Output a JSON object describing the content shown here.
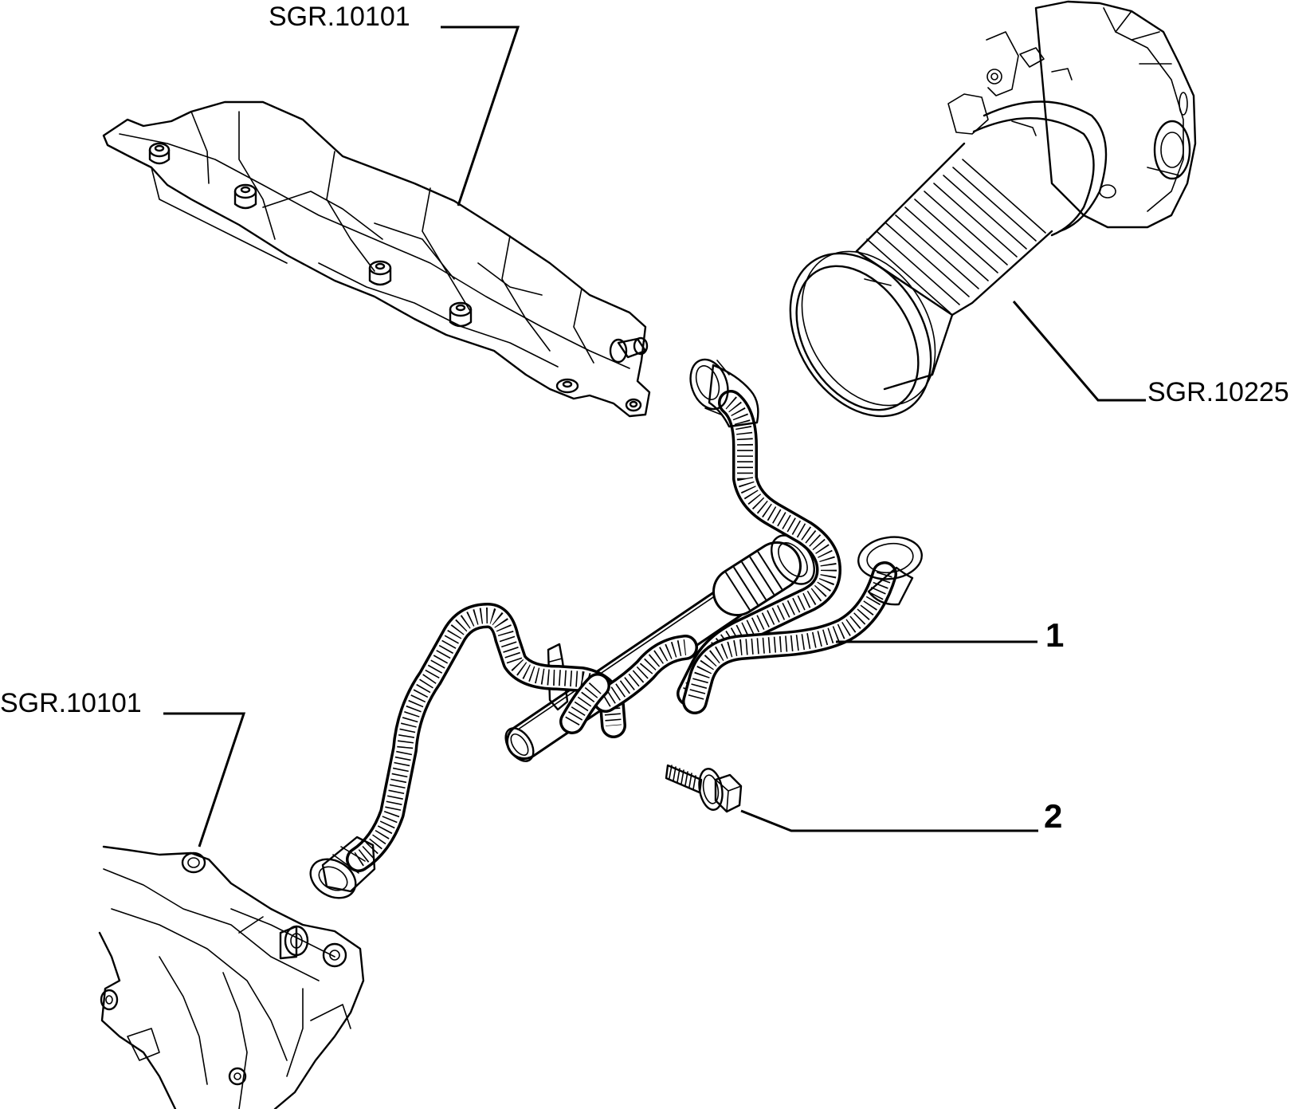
{
  "callouts": {
    "ref_top_manifold": "SGR.10101",
    "ref_air_duct": "SGR.10225",
    "ref_bottom_manifold": "SGR.10101",
    "item_hose": "1",
    "item_bolt": "2"
  },
  "parts": [
    {
      "id": "1",
      "depicts": "breather hose assembly"
    },
    {
      "id": "2",
      "depicts": "flanged bolt"
    }
  ]
}
